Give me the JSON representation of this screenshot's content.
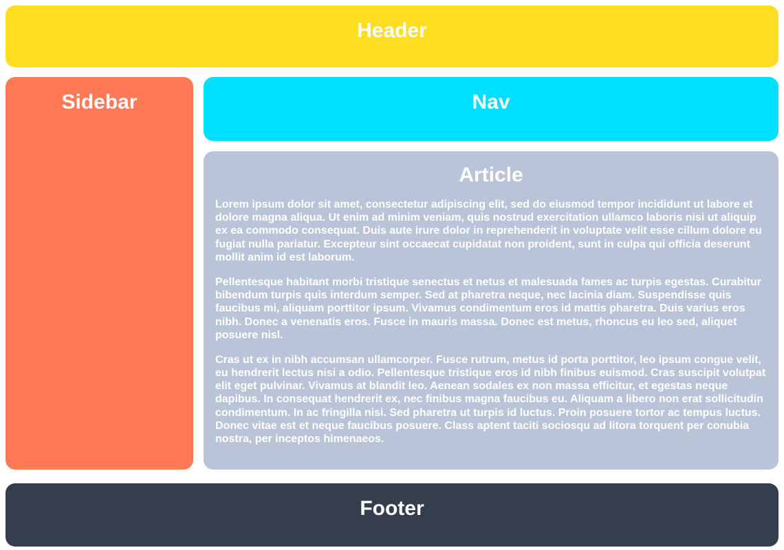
{
  "colors": {
    "header_bg": "#ffdd22",
    "sidebar_bg": "#ff7957",
    "nav_bg": "#00dfff",
    "article_bg": "#b9c4d8",
    "footer_bg": "#353e4d",
    "text": "#ffffff"
  },
  "header": {
    "title": "Header"
  },
  "sidebar": {
    "title": "Sidebar"
  },
  "nav": {
    "title": "Nav"
  },
  "article": {
    "title": "Article",
    "paragraphs": [
      "Lorem ipsum dolor sit amet, consectetur adipiscing elit, sed do eiusmod tempor incididunt ut labore et dolore magna aliqua. Ut enim ad minim veniam, quis nostrud exercitation ullamco laboris nisi ut aliquip ex ea commodo consequat. Duis aute irure dolor in reprehenderit in voluptate velit esse cillum dolore eu fugiat nulla pariatur. Excepteur sint occaecat cupidatat non proident, sunt in culpa qui officia deserunt mollit anim id est laborum.",
      "Pellentesque habitant morbi tristique senectus et netus et malesuada fames ac turpis egestas. Curabitur bibendum turpis quis interdum semper. Sed at pharetra neque, nec lacinia diam. Suspendisse quis faucibus mi, aliquam porttitor ipsum. Vivamus condimentum eros id mattis pharetra. Duis varius eros nibh. Donec a venenatis eros. Fusce in mauris massa. Donec est metus, rhoncus eu leo sed, aliquet posuere nisl.",
      "Cras ut ex in nibh accumsan ullamcorper. Fusce rutrum, metus id porta porttitor, leo ipsum congue velit, eu hendrerit lectus nisi a odio. Pellentesque tristique eros id nibh finibus euismod. Cras suscipit volutpat elit eget pulvinar. Vivamus at blandit leo. Aenean sodales ex non massa efficitur, et egestas neque dapibus. In consequat hendrerit ex, nec finibus magna faucibus eu. Aliquam a libero non erat sollicitudin condimentum. In ac fringilla nisi. Sed pharetra ut turpis id luctus. Proin posuere tortor ac tempus luctus. Donec vitae est et neque faucibus posuere. Class aptent taciti sociosqu ad litora torquent per conubia nostra, per inceptos himenaeos."
    ]
  },
  "footer": {
    "title": "Footer"
  }
}
